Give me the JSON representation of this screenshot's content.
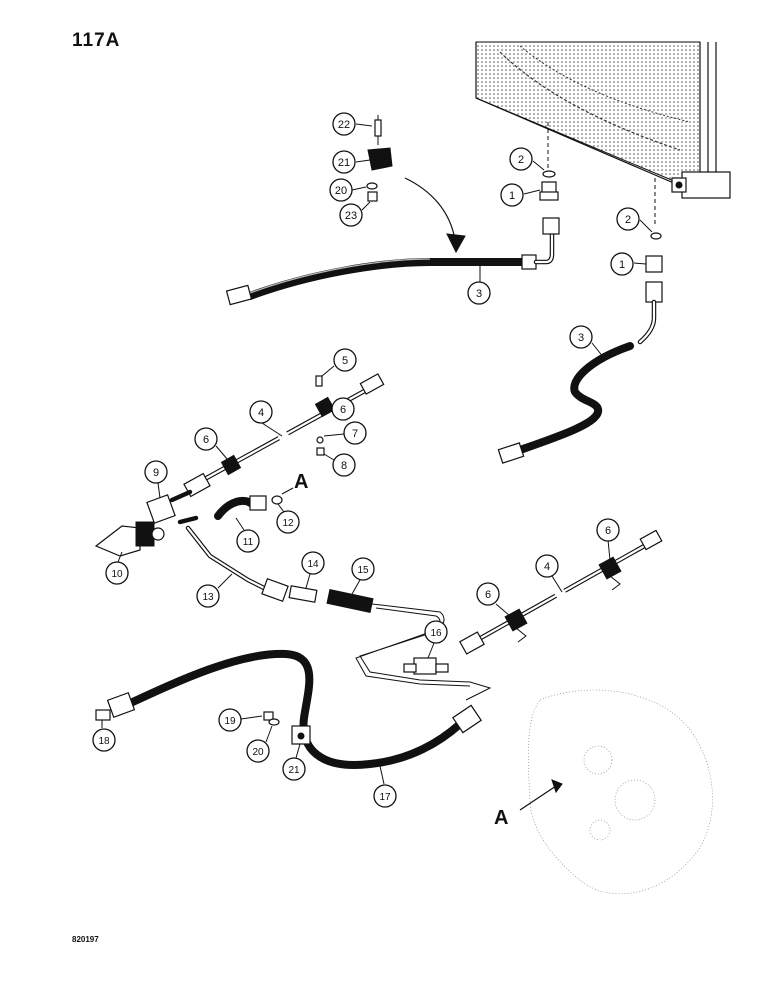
{
  "page_number": "117A",
  "drawing_code": "820197",
  "reference_letter": "A",
  "callouts": [
    "1",
    "2",
    "3",
    "4",
    "5",
    "6",
    "7",
    "8",
    "9",
    "10",
    "11",
    "12",
    "13",
    "14",
    "15",
    "16",
    "17",
    "18",
    "19",
    "20",
    "21",
    "22",
    "23"
  ]
}
